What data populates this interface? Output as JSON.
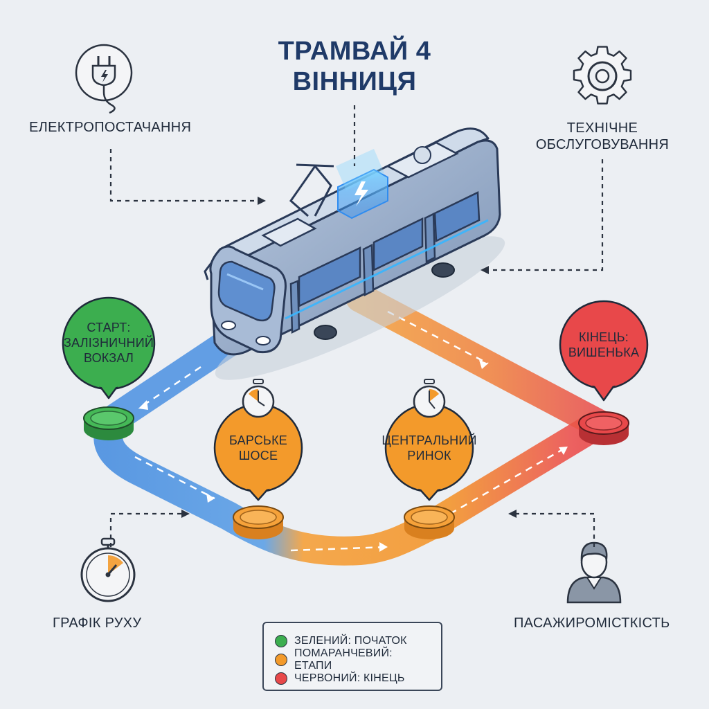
{
  "title": {
    "line1": "ТРАМВАЙ 4",
    "line2": "ВІННИЦЯ"
  },
  "labels": {
    "power": "ЕЛЕКТРОПОСТАЧАННЯ",
    "maintenance_line1": "ТЕХНІЧНЕ",
    "maintenance_line2": "ОБСЛУГОВУВАННЯ",
    "schedule": "ГРАФІК РУХУ",
    "capacity": "ПАСАЖИРОМІСТКІСТЬ"
  },
  "stops": {
    "start": {
      "line1": "СТАРТ:",
      "line2": "ЗАЛІЗНИЧНИЙ",
      "line3": "ВОКЗАЛ",
      "color": "#3cae4f"
    },
    "stage1": {
      "line1": "БАРСЬКЕ",
      "line2": "ШОСЕ",
      "color": "#f39a2b"
    },
    "stage2": {
      "line1": "ЦЕНТРАЛЬНИЙ",
      "line2": "РИНОК",
      "color": "#f39a2b"
    },
    "end": {
      "line1": "КІНЕЦЬ:",
      "line2": "ВИШЕНЬКА",
      "color": "#e8484a"
    }
  },
  "legend": [
    {
      "text": "ЗЕЛЕНИЙ: ПОЧАТОК",
      "color": "#3cae4f"
    },
    {
      "text": "ПОМАРАНЧЕВИЙ: ЕТАПИ",
      "color": "#f39a2b"
    },
    {
      "text": "ЧЕРВОНИЙ: КІНЕЦЬ",
      "color": "#e8484a"
    }
  ],
  "icons": {
    "power": "plug-icon",
    "maintenance": "gear-icon",
    "schedule": "stopwatch-icon",
    "capacity": "person-icon",
    "tram": "tram-icon",
    "stop_timer": "stopwatch-icon"
  }
}
